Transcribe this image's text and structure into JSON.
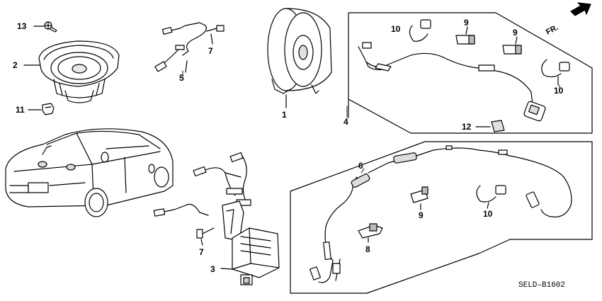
{
  "diagram": {
    "code": "SELD–B1602",
    "direction": "FR.",
    "callouts": {
      "c1": "1",
      "c2": "2",
      "c3": "3",
      "c4": "4",
      "c5": "5",
      "c6": "6",
      "c7a": "7",
      "c7b": "7",
      "c8": "8",
      "c9a": "9",
      "c9b": "9",
      "c9c": "9",
      "c10a": "10",
      "c10b": "10",
      "c10c": "10",
      "c11": "11",
      "c12": "12",
      "c13": "13"
    }
  }
}
